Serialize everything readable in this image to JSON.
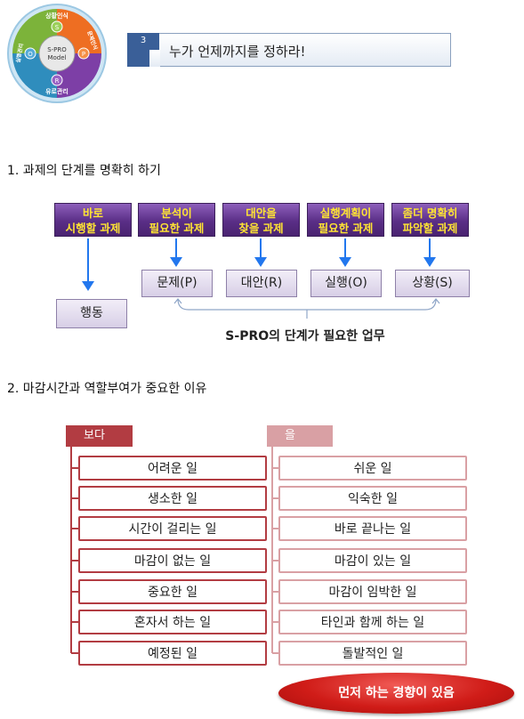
{
  "logo": {
    "center_line1": "S-PRO",
    "center_line2": "Model",
    "quadrants": [
      "상황인식",
      "문제인식",
      "유로관리",
      "실행관리"
    ],
    "letters": [
      "S",
      "P",
      "R",
      "O"
    ]
  },
  "title": {
    "number": "3",
    "text": "누가 언제까지를 정하라!"
  },
  "section1": {
    "heading": "1. 과제의 단계를 명확히 하기",
    "tasks": [
      "바로\n시행할 과제",
      "분석이\n필요한 과제",
      "대안을\n찾을 과제",
      "실행계획이\n필요한 과제",
      "좀더 명확히\n파악할 과제"
    ],
    "action": "행동",
    "steps": [
      "문제(P)",
      "대안(R)",
      "실행(O)",
      "상황(S)"
    ],
    "note": "S-PRO의 단계가 필요한 업무"
  },
  "section2": {
    "heading": "2. 마감시간과 역할부여가 중요한 이유",
    "left_header": "보다",
    "right_header": "을",
    "left_items": [
      "어려운 일",
      "생소한 일",
      "시간이 걸리는 일",
      "마감이 없는 일",
      "중요한 일",
      "혼자서 하는 일",
      "예정된 일"
    ],
    "right_items": [
      "쉬운 일",
      "익숙한 일",
      "바로 끝나는 일",
      "마감이 있는 일",
      "마감이 임박한 일",
      "타인과 함께 하는 일",
      "돌발적인 일"
    ],
    "conclusion": "먼저 하는 경향이 있음"
  },
  "colors": {
    "task_bg": "#5a2e86",
    "task_text": "#ffe433",
    "arrow": "#2277ee",
    "left_border": "#b23c42",
    "right_border": "#d9a0a4",
    "title_accent": "#3a5f98"
  }
}
